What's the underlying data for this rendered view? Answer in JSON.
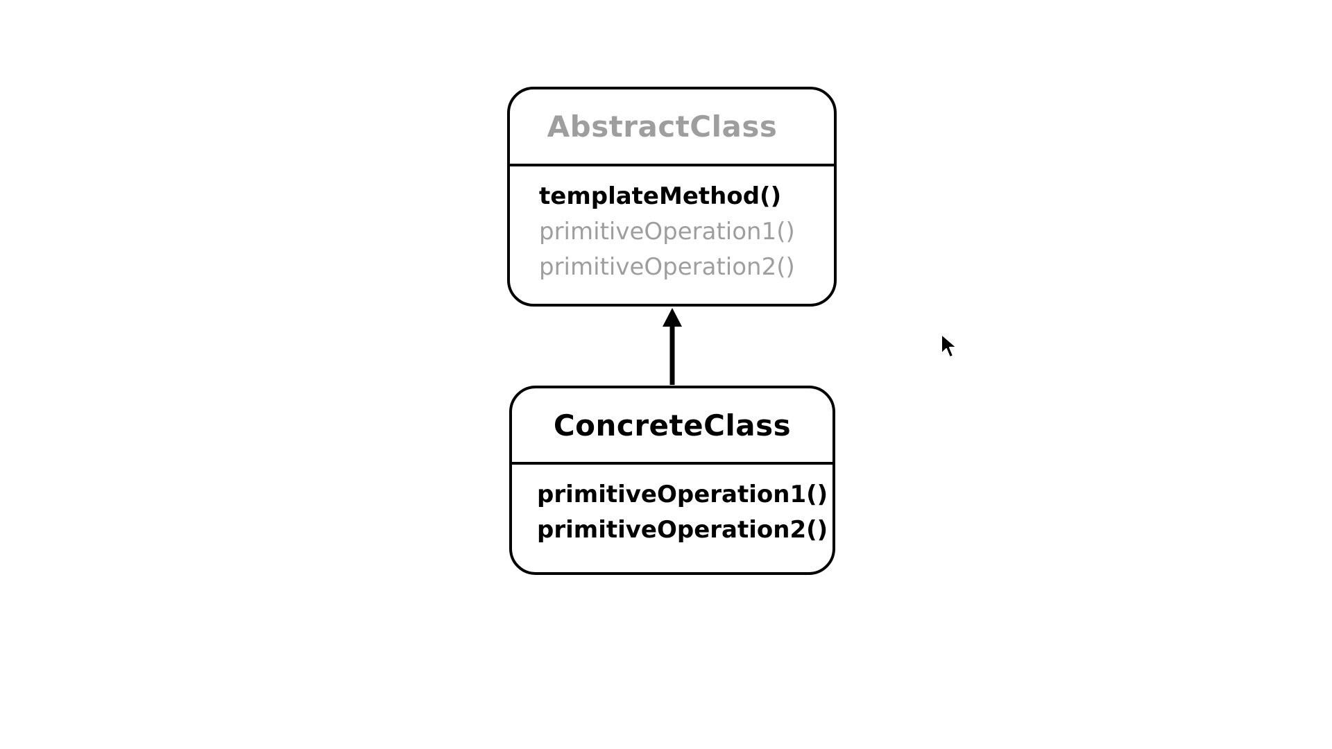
{
  "diagram": {
    "abstract_class": {
      "name": "AbstractClass",
      "name_color": "#9e9e9e",
      "methods": [
        {
          "label": "templateMethod()",
          "color": "#000000"
        },
        {
          "label": "primitiveOperation1()",
          "color": "#9e9e9e"
        },
        {
          "label": "primitiveOperation2()",
          "color": "#9e9e9e"
        }
      ]
    },
    "concrete_class": {
      "name": "ConcreteClass",
      "name_color": "#000000",
      "methods": [
        {
          "label": "primitiveOperation1()",
          "color": "#000000"
        },
        {
          "label": "primitiveOperation2()",
          "color": "#000000"
        }
      ]
    },
    "relationship": {
      "type": "inheritance",
      "from": "ConcreteClass",
      "to": "AbstractClass"
    },
    "cursor_icon": "arrow-cursor-icon"
  }
}
